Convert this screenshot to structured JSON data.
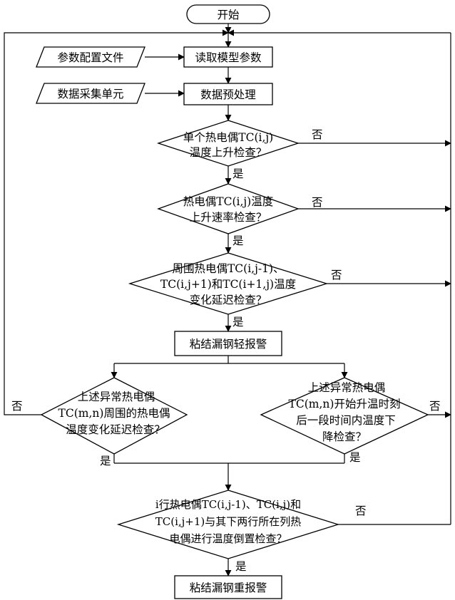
{
  "nodes": {
    "start": "开始",
    "config_file": "参数配置文件",
    "read_params": "读取模型参数",
    "acquisition": "数据采集单元",
    "preprocess": "数据预处理",
    "check1": [
      "单个热电偶TC(i,j)",
      "温度上升检查？"
    ],
    "check2": [
      "热电偶TC(i,j)温度",
      "上升速率检查？"
    ],
    "check3": [
      "周围热电偶TC(i,j-1)、",
      "TC(i,j+1)和TC(i+1,j)温度",
      "变化延迟检查？"
    ],
    "light_alarm": "粘结漏钢轻报警",
    "check4": [
      "上述异常热电偶",
      "TC(m,n)周围的热电偶",
      "温度变化延迟检查？"
    ],
    "check5": [
      "上述异常热电偶",
      "TC(m,n)开始升温时刻",
      "后一段时间内温度下",
      "降检查？"
    ],
    "check6": [
      "i行热电偶TC(i,j-1)、TC(i,j)和",
      "TC(i,j+1)与其下两行所在列热",
      "电偶进行温度倒置检查？"
    ],
    "heavy_alarm": "粘结漏钢重报警"
  },
  "labels": {
    "yes": "是",
    "no": "否"
  }
}
